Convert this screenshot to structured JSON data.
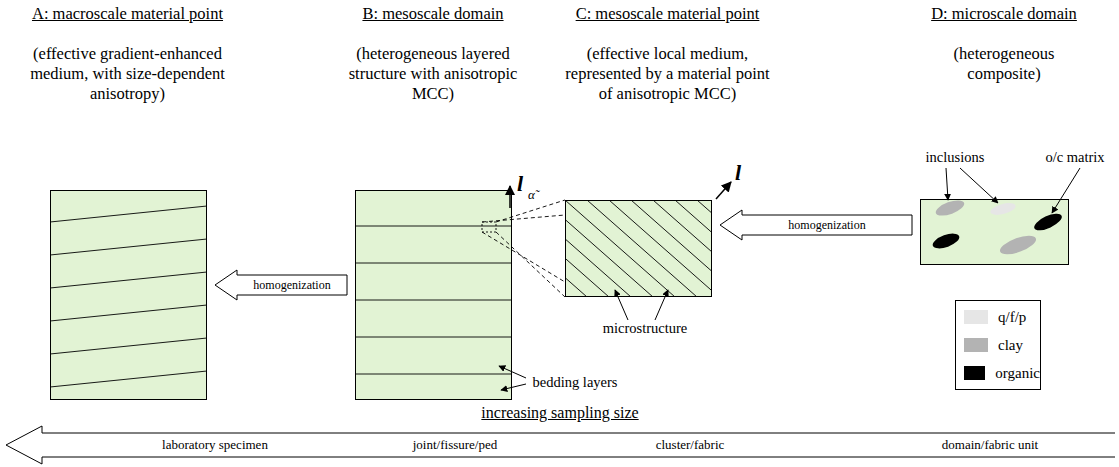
{
  "diagram": {
    "nodes": [
      {
        "text": [
          "A: macroscale material point",
          "(effective gradient-enhanced medium, with size-dependent anisotropy)"
        ]
      },
      {
        "text": [
          "B: mesoscale domain",
          "(heterogeneous layered structure with anisotropic MCC)"
        ]
      },
      {
        "text": [
          "C: mesoscale material point",
          "(effective local medium, represented by a material point of anisotropic MCC)"
        ]
      },
      {
        "text": [
          "D: microscale domain",
          "(heterogeneous composite)"
        ]
      }
    ],
    "edges": [
      {
        "from": 3,
        "to": 2,
        "arrow": "to",
        "label": "homogenization"
      },
      {
        "from": 1,
        "to": 0,
        "arrow": "to",
        "label": "homogenization"
      }
    ],
    "labels": [
      "l",
      "α̃",
      "l",
      "inclusions",
      "o/c matrix",
      "microstructure",
      "bedding layers",
      "increasing sampling size",
      "laboratory specimen",
      "joint/fissure/ped",
      "cluster/fabric",
      "domain/fabric unit"
    ],
    "legend": [
      {
        "text": "q/f/p",
        "color": "#e6e6e6"
      },
      {
        "text": "clay",
        "color": "#b3b3b3"
      },
      {
        "text": "organic",
        "color": "#000000"
      }
    ]
  }
}
